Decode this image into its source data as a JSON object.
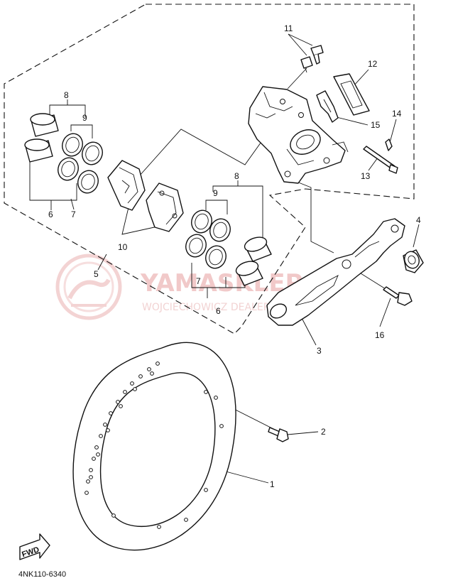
{
  "callouts": {
    "c1": "1",
    "c2": "2",
    "c3": "3",
    "c4": "4",
    "c5": "5",
    "c6a": "6",
    "c6b": "6",
    "c7a": "7",
    "c7b": "7",
    "c8a": "8",
    "c8b": "8",
    "c9a": "9",
    "c9b": "9",
    "c10": "10",
    "c11": "11",
    "c12": "12",
    "c13": "13",
    "c14": "14",
    "c15": "15",
    "c16": "16"
  },
  "watermark": {
    "brand": "YAMASKLEP.PL",
    "sub": "WOJCIECHOWICZ DEALER YAMAHA"
  },
  "fwd_label": "FWD",
  "diagram_code": "4NK110-6340",
  "colors": {
    "line": "#111111",
    "watermark": "#f1c9c9"
  }
}
